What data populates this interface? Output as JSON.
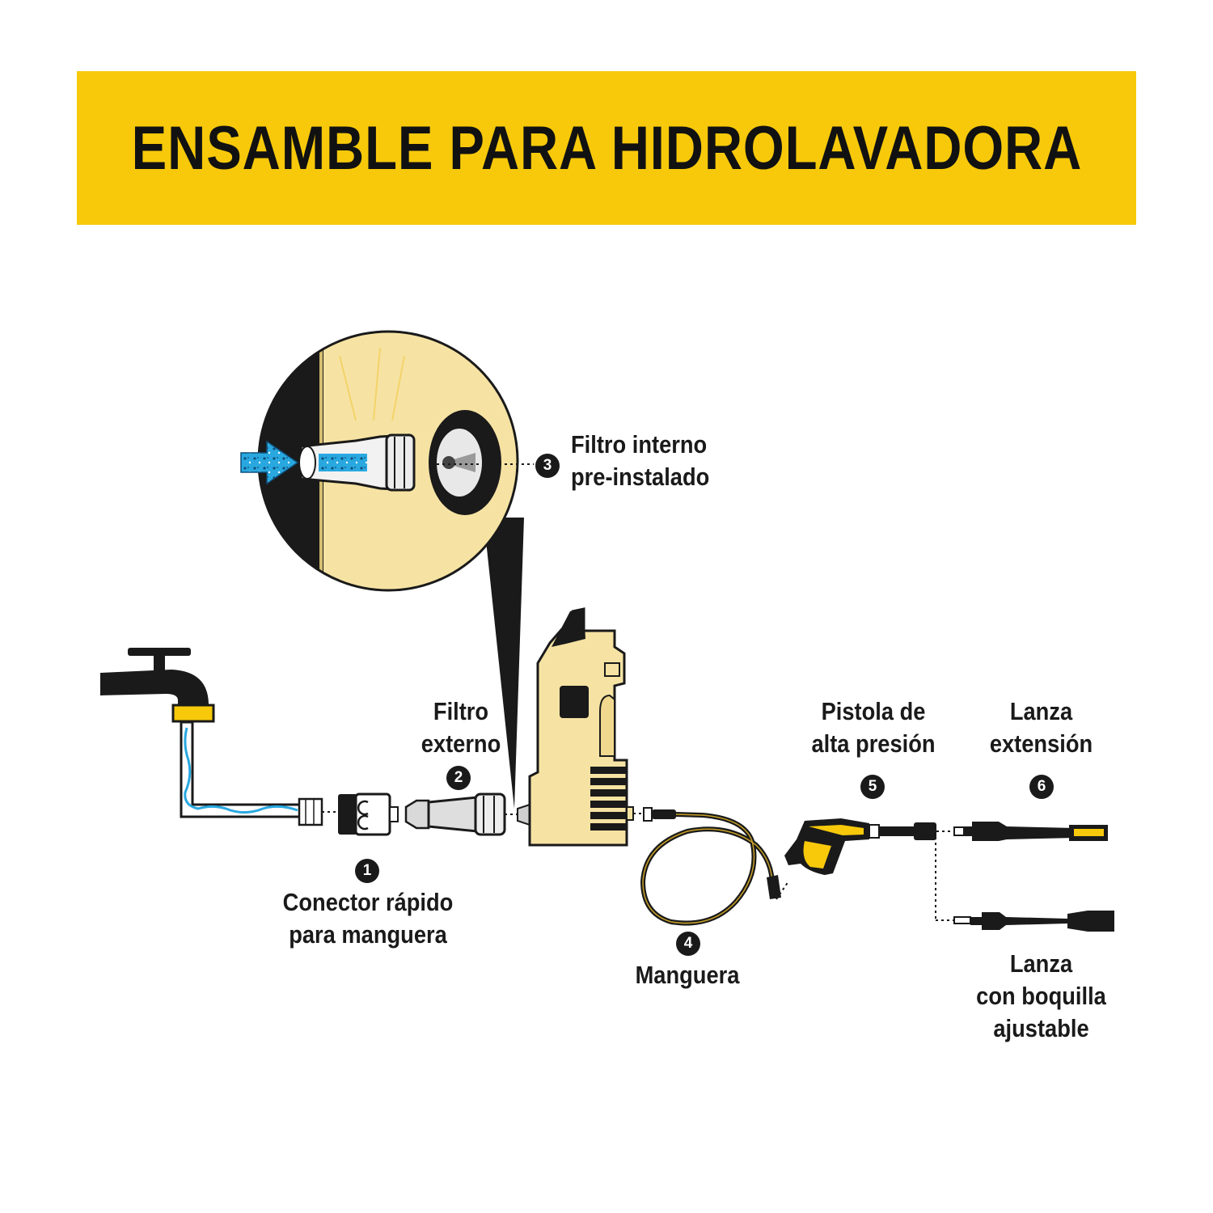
{
  "header": {
    "title": "ENSAMBLE PARA HIDROLAVADORA"
  },
  "colors": {
    "brand_yellow": "#f7c90a",
    "body_cream": "#f6e3a3",
    "dark": "#1a1a1a",
    "water_blue": "#29a8e0"
  },
  "parts": [
    {
      "number": "1",
      "label": "Conector rápido\npara manguera"
    },
    {
      "number": "2",
      "label": "Filtro\nexterno"
    },
    {
      "number": "3",
      "label": "Filtro interno\npre-instalado"
    },
    {
      "number": "4",
      "label": "Manguera"
    },
    {
      "number": "5",
      "label": "Pistola de\nalta presión"
    },
    {
      "number": "6",
      "label": "Lanza\nextensión"
    }
  ],
  "extra_part": {
    "label": "Lanza\ncon boquilla\najustable"
  },
  "icons": [
    "faucet-icon",
    "pressure-washer-icon",
    "hose-icon",
    "spray-gun-icon",
    "lance-icon"
  ]
}
